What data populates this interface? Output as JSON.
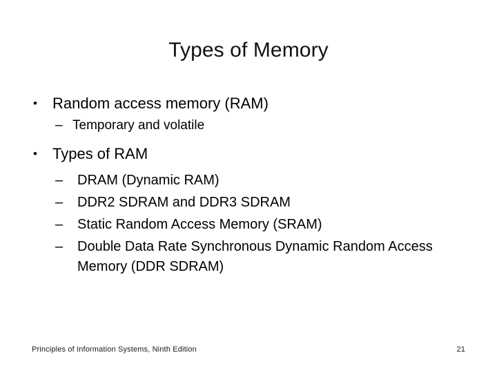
{
  "slide": {
    "title": "Types of Memory",
    "content": [
      {
        "level": 1,
        "marker": "•",
        "text": "Random access memory (RAM)"
      },
      {
        "level": 2,
        "marker": "–",
        "text": "Temporary and volatile"
      },
      {
        "level": 1,
        "marker": "•",
        "text": "Types of RAM"
      },
      {
        "level": 3,
        "marker": "–",
        "text": "DRAM (Dynamic RAM)"
      },
      {
        "level": 3,
        "marker": "–",
        "text": "DDR2 SDRAM and DDR3 SDRAM"
      },
      {
        "level": 3,
        "marker": "–",
        "text": "Static Random Access Memory (SRAM)"
      },
      {
        "level": 3,
        "marker": "–",
        "text": "Double Data Rate Synchronous Dynamic Random Access Memory (DDR SDRAM)"
      }
    ]
  },
  "footer": {
    "note": "Principles of Information Systems, Ninth Edition",
    "page": "21"
  },
  "colors": {
    "background": "#ffffff",
    "text": "#000000",
    "title": "#111111",
    "footer_text": "#1a1a1a"
  }
}
